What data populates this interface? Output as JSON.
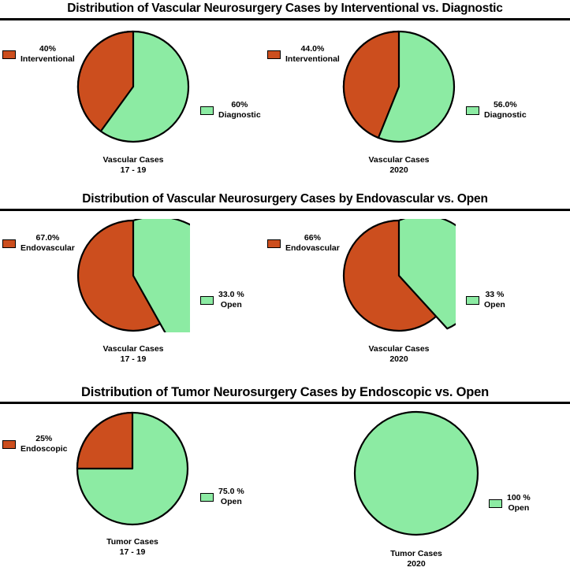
{
  "colors": {
    "interventional": "#CC4E1E",
    "diagnostic": "#8CEBA3",
    "endovascular": "#CC4E1E",
    "endoscopic": "#CC4E1E",
    "open": "#8CEBA3",
    "outline": "#000000",
    "background": "#FFFFFF"
  },
  "panels": [
    {
      "title": "Distribution of Vascular Neurosurgery Cases by Interventional vs. Diagnostic",
      "charts": [
        {
          "caption_line1": "Vascular Cases",
          "caption_line2": "17 - 19",
          "left_legend": {
            "percent": "40%",
            "name": "Interventional"
          },
          "right_legend": {
            "percent": "60%",
            "name": "Diagnostic"
          }
        },
        {
          "caption_line1": "Vascular Cases",
          "caption_line2": "2020",
          "left_legend": {
            "percent": "44.0%",
            "name": "Interventional"
          },
          "right_legend": {
            "percent": "56.0%",
            "name": "Diagnostic"
          }
        }
      ]
    },
    {
      "title": "Distribution of Vascular Neurosurgery Cases by Endovascular vs. Open",
      "charts": [
        {
          "caption_line1": "Vascular Cases",
          "caption_line2": "17 - 19",
          "left_legend": {
            "percent": "67.0%",
            "name": "Endovascular"
          },
          "right_legend": {
            "percent": "33.0 %",
            "name": "Open"
          }
        },
        {
          "caption_line1": "Vascular Cases",
          "caption_line2": "2020",
          "left_legend": {
            "percent": "66%",
            "name": "Endovascular"
          },
          "right_legend": {
            "percent": "33 %",
            "name": "Open"
          }
        }
      ]
    },
    {
      "title": "Distribution of Tumor Neurosurgery Cases by Endoscopic vs. Open",
      "charts": [
        {
          "caption_line1": "Tumor Cases",
          "caption_line2": "17 - 19",
          "left_legend": {
            "percent": "25%",
            "name": "Endoscopic"
          },
          "right_legend": {
            "percent": "75.0 %",
            "name": "Open"
          }
        },
        {
          "caption_line1": "Tumor Cases",
          "caption_line2": "2020",
          "left_legend": null,
          "right_legend": {
            "percent": "100 %",
            "name": "Open"
          }
        }
      ]
    }
  ],
  "chart_data": [
    {
      "type": "pie",
      "title": "Distribution of Vascular Neurosurgery Cases by Interventional vs. Diagnostic",
      "subtitle": "Vascular Cases 17 - 19",
      "labels": [
        "Interventional",
        "Diagnostic"
      ],
      "values": [
        40,
        60
      ],
      "value_labels": [
        "40%",
        "60%"
      ],
      "colors": [
        "#CC4E1E",
        "#8CEBA3"
      ],
      "legend_position": "left-and-right"
    },
    {
      "type": "pie",
      "title": "Distribution of Vascular Neurosurgery Cases by Interventional vs. Diagnostic",
      "subtitle": "Vascular Cases 2020",
      "labels": [
        "Interventional",
        "Diagnostic"
      ],
      "values": [
        44.0,
        56.0
      ],
      "value_labels": [
        "44.0%",
        "56.0%"
      ],
      "colors": [
        "#CC4E1E",
        "#8CEBA3"
      ],
      "legend_position": "left-and-right"
    },
    {
      "type": "pie",
      "title": "Distribution of Vascular Neurosurgery Cases by Endovascular vs. Open",
      "subtitle": "Vascular Cases 17 - 19",
      "labels": [
        "Endovascular",
        "Open"
      ],
      "values": [
        67.0,
        33.0
      ],
      "value_labels": [
        "67.0%",
        "33.0 %"
      ],
      "colors": [
        "#CC4E1E",
        "#8CEBA3"
      ],
      "legend_position": "left-and-right"
    },
    {
      "type": "pie",
      "title": "Distribution of Vascular Neurosurgery Cases by Endovascular vs. Open",
      "subtitle": "Vascular Cases 2020",
      "labels": [
        "Endovascular",
        "Open"
      ],
      "values": [
        66,
        33
      ],
      "value_labels": [
        "66%",
        "33 %"
      ],
      "colors": [
        "#CC4E1E",
        "#8CEBA3"
      ],
      "legend_position": "left-and-right"
    },
    {
      "type": "pie",
      "title": "Distribution of Tumor Neurosurgery Cases by Endoscopic vs. Open",
      "subtitle": "Tumor Cases 17 - 19",
      "labels": [
        "Endoscopic",
        "Open"
      ],
      "values": [
        25,
        75.0
      ],
      "value_labels": [
        "25%",
        "75.0 %"
      ],
      "colors": [
        "#CC4E1E",
        "#8CEBA3"
      ],
      "legend_position": "left-and-right"
    },
    {
      "type": "pie",
      "title": "Distribution of Tumor Neurosurgery Cases by Endoscopic vs. Open",
      "subtitle": "Tumor Cases 2020",
      "labels": [
        "Open"
      ],
      "values": [
        100
      ],
      "value_labels": [
        "100 %"
      ],
      "colors": [
        "#8CEBA3"
      ],
      "legend_position": "right"
    }
  ]
}
